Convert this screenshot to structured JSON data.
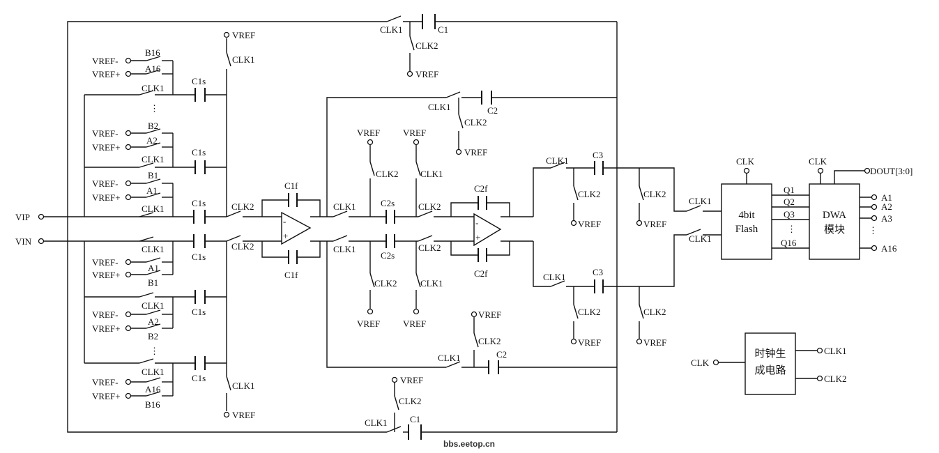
{
  "labels": {
    "vref": "VREF",
    "vref_minus": "VREF-",
    "vref_plus": "VREF+",
    "clk": "CLK",
    "clk1": "CLK1",
    "clk2": "CLK2",
    "c1": "C1",
    "c2": "C2",
    "c3": "C3",
    "c1s": "C1s",
    "c1f": "C1f",
    "c2s": "C2s",
    "c2f": "C2f",
    "vip": "VIP",
    "vin": "VIN",
    "a1": "A1",
    "a2": "A2",
    "a3": "A3",
    "a16": "A16",
    "b1": "B1",
    "b2": "B2",
    "b16": "B16",
    "q1": "Q1",
    "q2": "Q2",
    "q3": "Q3",
    "q16": "Q16",
    "dout": "DOUT[3:0]",
    "dots": "⋮",
    "opamp_minus": "-",
    "opamp_plus": "+"
  },
  "blocks": {
    "flash_line1": "4bit",
    "flash_line2": "Flash",
    "dwa_line1": "DWA",
    "dwa_line2": "模块",
    "clockgen_line1": "时钟生",
    "clockgen_line2": "成电路"
  },
  "watermark": "bbs.eetop.cn"
}
